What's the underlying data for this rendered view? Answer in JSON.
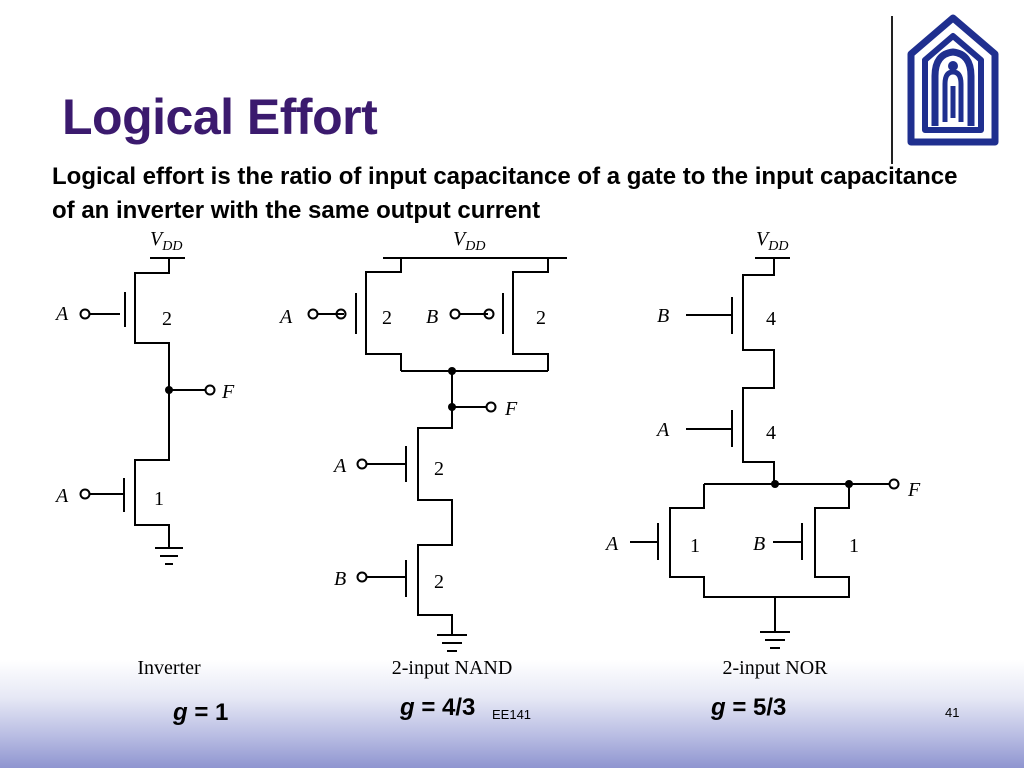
{
  "slide": {
    "title": "Logical Effort",
    "subtitle": "Logical effort is the ratio of input capacitance of a gate to the input capacitance of an inverter with the same output current",
    "footer_label": "EE141",
    "page_number": "41"
  },
  "circuit_labels": {
    "vdd_main": "V",
    "vdd_sub": "DD",
    "output": "F",
    "input_a": "A",
    "input_b": "B"
  },
  "inverter": {
    "caption": "Inverter",
    "pmos_size": "2",
    "nmos_size": "1",
    "g_symbol": "g",
    "g_text": " = 1"
  },
  "nand": {
    "caption": "2-input NAND",
    "pmos_a_size": "2",
    "pmos_b_size": "2",
    "nmos_a_size": "2",
    "nmos_b_size": "2",
    "g_symbol": "g",
    "g_text": " = 4/3"
  },
  "nor": {
    "caption": "2-input NOR",
    "pmos_b_size": "4",
    "pmos_a_size": "4",
    "nmos_a_size": "1",
    "nmos_b_size": "1",
    "g_symbol": "g",
    "g_text": " = 5/3"
  },
  "colors": {
    "title": "#3b1a6e",
    "logo": "#1f2f8f",
    "band_bottom": "#8f95d0"
  },
  "icons": {
    "logo": "university-emblem-icon"
  }
}
